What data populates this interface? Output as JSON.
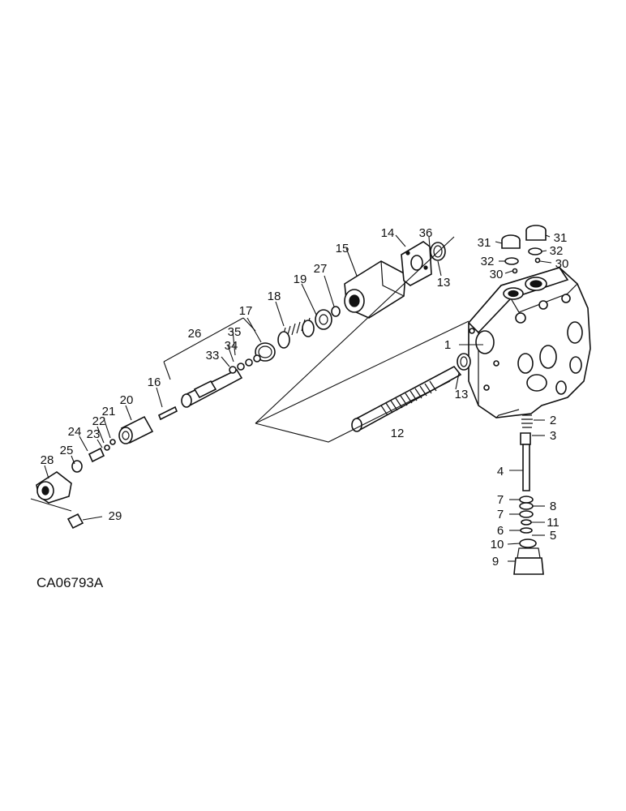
{
  "drawing_code": "CA06793A",
  "callouts": [
    {
      "id": "c1",
      "text": "1"
    },
    {
      "id": "c2",
      "text": "2"
    },
    {
      "id": "c3",
      "text": "3"
    },
    {
      "id": "c4",
      "text": "4"
    },
    {
      "id": "c5",
      "text": "5"
    },
    {
      "id": "c6",
      "text": "6"
    },
    {
      "id": "c7a",
      "text": "7"
    },
    {
      "id": "c7b",
      "text": "7"
    },
    {
      "id": "c8",
      "text": "8"
    },
    {
      "id": "c9",
      "text": "9"
    },
    {
      "id": "c10",
      "text": "10"
    },
    {
      "id": "c11",
      "text": "11"
    },
    {
      "id": "c12",
      "text": "12"
    },
    {
      "id": "c13a",
      "text": "13"
    },
    {
      "id": "c13b",
      "text": "13"
    },
    {
      "id": "c14",
      "text": "14"
    },
    {
      "id": "c15",
      "text": "15"
    },
    {
      "id": "c16",
      "text": "16"
    },
    {
      "id": "c17",
      "text": "17"
    },
    {
      "id": "c18",
      "text": "18"
    },
    {
      "id": "c19",
      "text": "19"
    },
    {
      "id": "c20",
      "text": "20"
    },
    {
      "id": "c21",
      "text": "21"
    },
    {
      "id": "c22",
      "text": "22"
    },
    {
      "id": "c23",
      "text": "23"
    },
    {
      "id": "c24",
      "text": "24"
    },
    {
      "id": "c25",
      "text": "25"
    },
    {
      "id": "c26",
      "text": "26"
    },
    {
      "id": "c27",
      "text": "27"
    },
    {
      "id": "c28",
      "text": "28"
    },
    {
      "id": "c29",
      "text": "29"
    },
    {
      "id": "c30a",
      "text": "30"
    },
    {
      "id": "c30b",
      "text": "30"
    },
    {
      "id": "c31a",
      "text": "31"
    },
    {
      "id": "c31b",
      "text": "31"
    },
    {
      "id": "c32a",
      "text": "32"
    },
    {
      "id": "c32b",
      "text": "32"
    },
    {
      "id": "c33",
      "text": "33"
    },
    {
      "id": "c34",
      "text": "34"
    },
    {
      "id": "c35",
      "text": "35"
    },
    {
      "id": "c36",
      "text": "36"
    }
  ]
}
